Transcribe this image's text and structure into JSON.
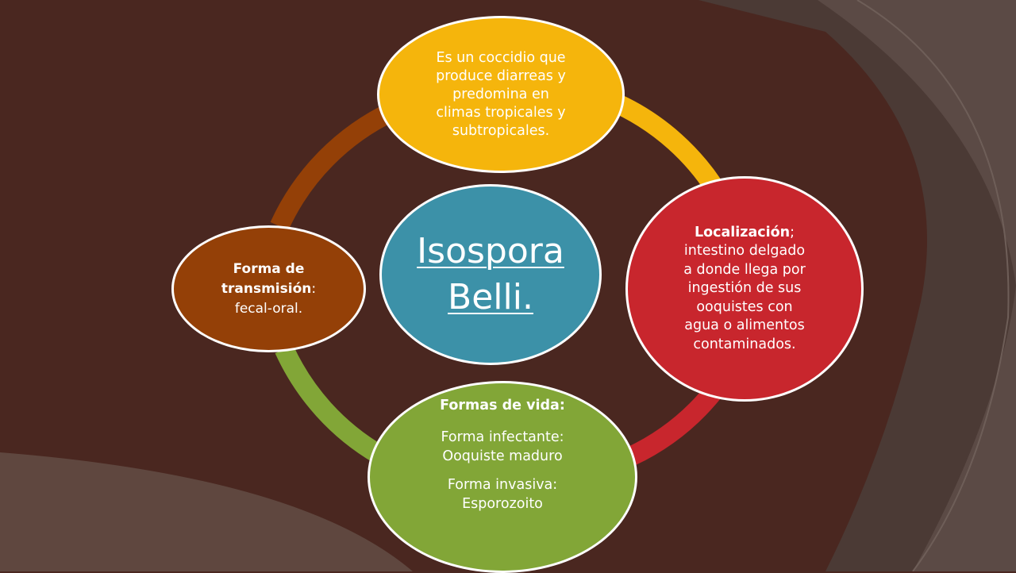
{
  "diagram": {
    "center": {
      "title_line1": "Isospora",
      "title_line2": "Belli."
    },
    "top": {
      "lines": [
        "Es un coccidio que",
        "produce diarreas y",
        "predomina en",
        "climas tropicales y",
        "subtropicales."
      ]
    },
    "right": {
      "heading": "Localización",
      "heading_suffix": ";",
      "lines": [
        "intestino delgado",
        "a donde llega por",
        "ingestión de sus",
        "ooquistes con",
        "agua o alimentos",
        "contaminados."
      ]
    },
    "bottom": {
      "heading": "Formas de vida:",
      "infective_line1": "Forma infectante:",
      "infective_line2": "Ooquiste maduro",
      "invasive_line1": "Forma invasiva:",
      "invasive_line2": "Esporozoito"
    },
    "left": {
      "heading_line1": "Forma de",
      "heading_line2": "transmisión",
      "heading_suffix": ":",
      "body": "fecal-oral."
    }
  },
  "colors": {
    "background": "#4a2720",
    "top_node": "#f5b50c",
    "right_node": "#c8262d",
    "bottom_node": "#82a637",
    "left_node": "#944007",
    "center_node": "#3c91a8"
  }
}
